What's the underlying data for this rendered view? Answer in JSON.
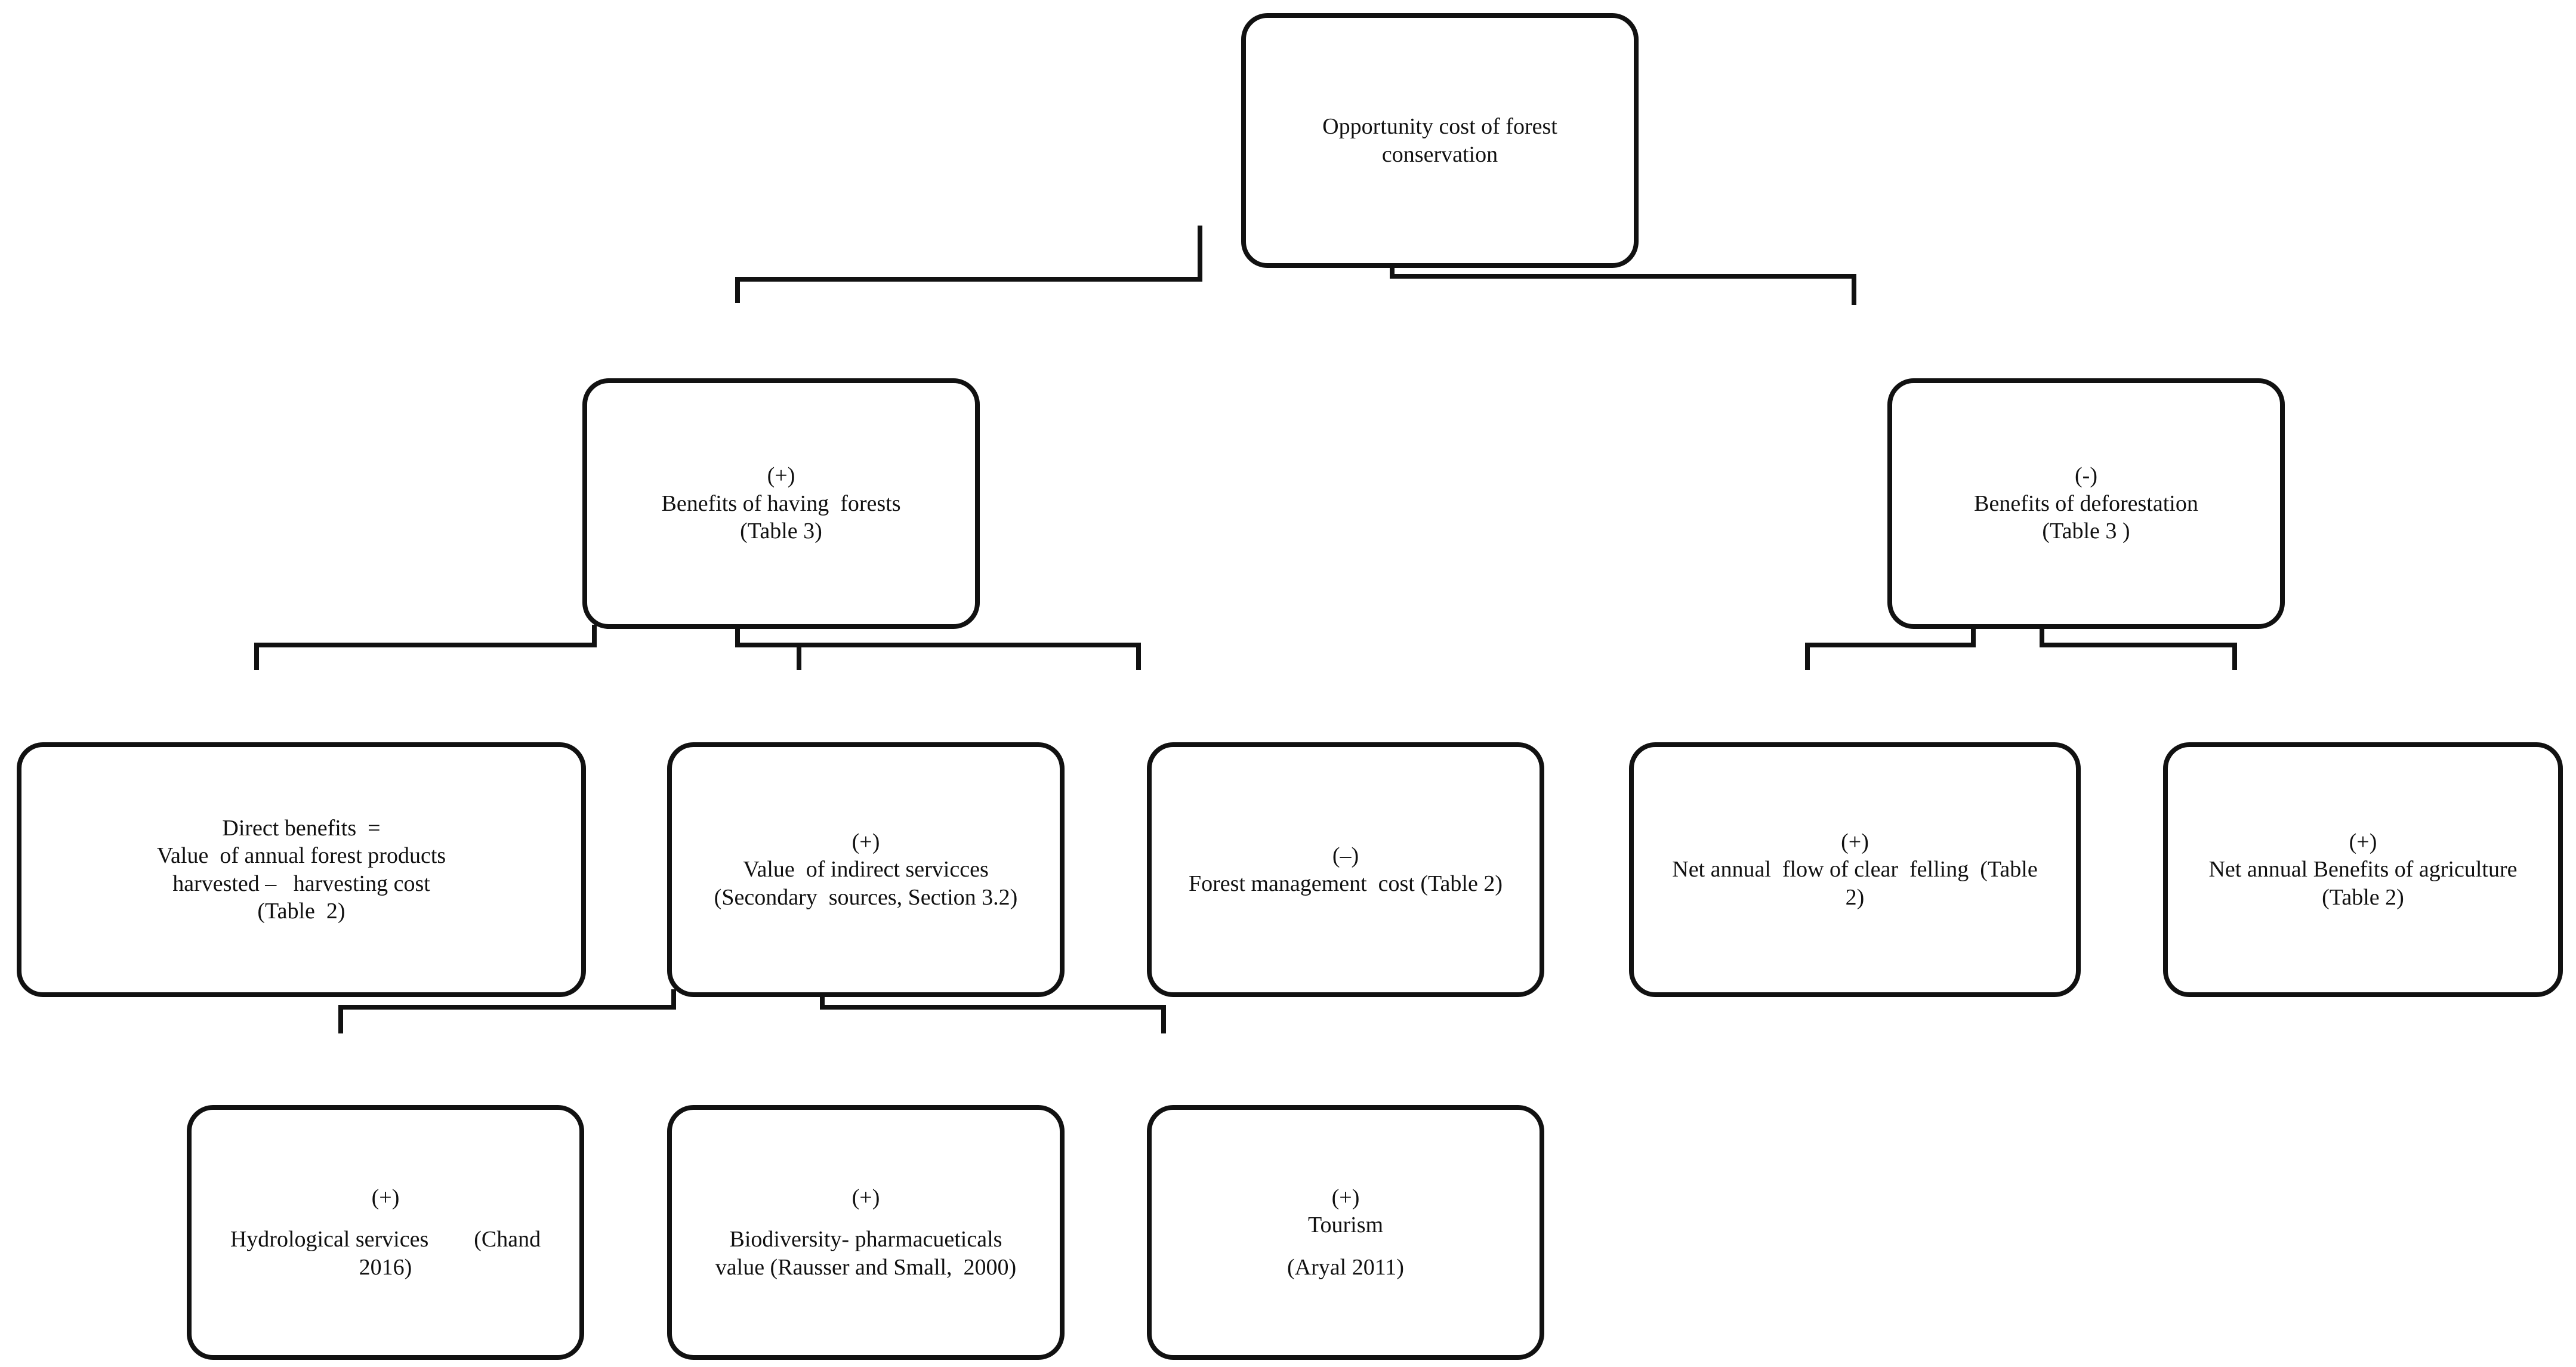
{
  "root": {
    "title_lines": [
      "Opportunity cost of forest",
      "conservation"
    ]
  },
  "left_branch": {
    "sign": "(+)",
    "title": "Benefits of having  forests",
    "ref": "(Table 3)",
    "children": {
      "direct": {
        "lines": [
          "Direct benefits  =",
          "Value  of annual forest products",
          "harvested –   harvesting cost",
          "(Table  2)"
        ]
      },
      "indirect": {
        "sign": "(+)",
        "lines": [
          "Value  of indirect servicces",
          "(Secondary  sources, Section 3.2)"
        ],
        "children": {
          "hydrological": {
            "sign": "(+)",
            "lines": [
              "Hydrological services        (Chand",
              "2016)"
            ]
          },
          "biodiversity": {
            "sign": "(+)",
            "lines": [
              "Biodiversity- pharmacueticals",
              "value (Rausser and Small,  2000)"
            ]
          },
          "tourism": {
            "sign": "(+)",
            "lines": [
              "Tourism",
              "(Aryal 2011)"
            ]
          }
        }
      },
      "management": {
        "sign": "(–)",
        "lines": [
          "Forest management  cost (Table 2)"
        ]
      }
    }
  },
  "right_branch": {
    "sign": "(-)",
    "title": "Benefits of deforestation",
    "ref": "(Table 3 )",
    "children": {
      "clear_felling": {
        "sign": "(+)",
        "lines": [
          "Net annual  flow of clear  felling  (Table",
          "2)"
        ]
      },
      "agriculture": {
        "sign": "(+)",
        "lines": [
          "Net annual Benefits of agriculture",
          "(Table 2)"
        ]
      }
    }
  }
}
